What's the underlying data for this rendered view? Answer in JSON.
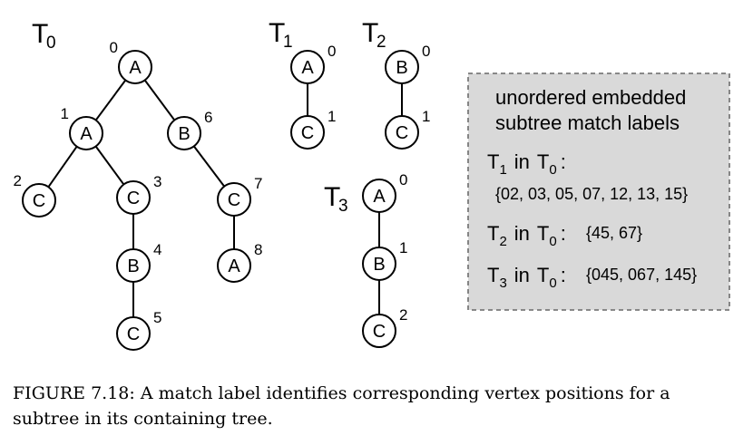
{
  "trees": [
    {
      "name": "T",
      "sub": "0",
      "nodes": [
        {
          "id": "0",
          "label": "A",
          "pos": "0"
        },
        {
          "id": "1",
          "label": "A",
          "pos": "1"
        },
        {
          "id": "2",
          "label": "C",
          "pos": "2"
        },
        {
          "id": "3",
          "label": "C",
          "pos": "3"
        },
        {
          "id": "4",
          "label": "B",
          "pos": "4"
        },
        {
          "id": "5",
          "label": "C",
          "pos": "5"
        },
        {
          "id": "6",
          "label": "B",
          "pos": "6"
        },
        {
          "id": "7",
          "label": "C",
          "pos": "7"
        },
        {
          "id": "8",
          "label": "A",
          "pos": "8"
        }
      ],
      "edges": [
        [
          "0",
          "1"
        ],
        [
          "0",
          "6"
        ],
        [
          "1",
          "2"
        ],
        [
          "1",
          "3"
        ],
        [
          "3",
          "4"
        ],
        [
          "4",
          "5"
        ],
        [
          "6",
          "7"
        ],
        [
          "7",
          "8"
        ]
      ]
    },
    {
      "name": "T",
      "sub": "1",
      "nodes": [
        {
          "id": "0",
          "label": "A",
          "pos": "0"
        },
        {
          "id": "1",
          "label": "C",
          "pos": "1"
        }
      ],
      "edges": [
        [
          "0",
          "1"
        ]
      ]
    },
    {
      "name": "T",
      "sub": "2",
      "nodes": [
        {
          "id": "0",
          "label": "B",
          "pos": "0"
        },
        {
          "id": "1",
          "label": "C",
          "pos": "1"
        }
      ],
      "edges": [
        [
          "0",
          "1"
        ]
      ]
    },
    {
      "name": "T",
      "sub": "3",
      "nodes": [
        {
          "id": "0",
          "label": "A",
          "pos": "0"
        },
        {
          "id": "1",
          "label": "B",
          "pos": "1"
        },
        {
          "id": "2",
          "label": "C",
          "pos": "2"
        }
      ],
      "edges": [
        [
          "0",
          "1"
        ],
        [
          "1",
          "2"
        ]
      ]
    }
  ],
  "legend": {
    "heading_line1": "unordered embedded",
    "heading_line2": "subtree match labels",
    "in_word": "in",
    "rows": [
      {
        "t": "T",
        "tsub": "1",
        "t0": "T",
        "t0sub": "0",
        "set": "{02, 03, 05, 07, 12, 13, 15}"
      },
      {
        "t": "T",
        "tsub": "2",
        "t0": "T",
        "t0sub": "0",
        "set": "{45, 67}"
      },
      {
        "t": "T",
        "tsub": "3",
        "t0": "T",
        "t0sub": "0",
        "set": "{045, 067, 145}"
      }
    ]
  },
  "caption": {
    "line1": "FIGURE 7.18: A match label identifies corresponding vertex positions for a",
    "line2": "subtree in its containing tree."
  }
}
